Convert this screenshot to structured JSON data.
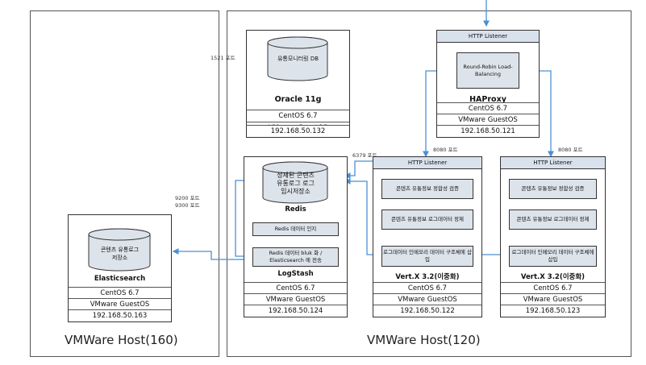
{
  "hosts": {
    "left_label": "VMWare Host(160)",
    "right_label": "VMWare Host(120)"
  },
  "oracle": {
    "db_label": "유통모니터링 DB",
    "title": "Oracle 11g",
    "os": "CentOS 6.7",
    "guest": "VMware GuestOS",
    "ip": "192.168.50.132",
    "port": "1521 포트"
  },
  "haproxy": {
    "header": "HTTP Listener",
    "balancer": "Round-Robin Load-Balancing",
    "title": "HAProxy",
    "os": "CentOS 6.7",
    "guest": "VMware GuestOS",
    "ip": "192.168.50.121"
  },
  "redis": {
    "db_line1": "정제된 콘텐츠",
    "db_line2": "유통로그 로그",
    "db_line3": "임시저장소",
    "title": "Redis",
    "port": "6379 포트",
    "step1": "Redis 데이터 인지",
    "step2": "Redis 데이터 bluk 화 / Elasticsearch 에 전송",
    "sub_title": "LogStash",
    "os": "CentOS 6.7",
    "guest": "VMware GuestOS",
    "ip": "192.168.50.124"
  },
  "vertx1": {
    "port": "8080 포트",
    "header": "HTTP Listener",
    "step1": "콘텐츠 유통정보 정합성 검증",
    "step2": "콘텐츠 유통정보 로그데이터 정제",
    "step3": "로그데이터 인메모리 데이터 구조체에 삽입",
    "title": "Vert.X 3.2(이중화)",
    "os": "CentOS 6.7",
    "guest": "VMware GuestOS",
    "ip": "192.168.50.122"
  },
  "vertx2": {
    "port": "8080 포트",
    "header": "HTTP Listener",
    "step1": "콘텐츠 유통정보 정합성 검증",
    "step2": "콘텐츠 유통정보 로그데이터 정제",
    "step3": "로그데이터 인메모리 데이터 구조체에 삽입",
    "title": "Vert.X 3.2(이중화)",
    "os": "CentOS 6.7",
    "guest": "VMware GuestOS",
    "ip": "192.168.50.123"
  },
  "elastic": {
    "port1": "9200 포트",
    "port2": "9300 포트",
    "db_line1": "콘텐츠 유통로그",
    "db_line2": "저장소",
    "title": "Elasticsearch",
    "os": "CentOS 6.7",
    "guest": "VMware GuestOS",
    "ip": "192.168.50.163"
  },
  "colors": {
    "arrow": "#4a8fd4",
    "header_fill": "#d9e1ec",
    "box_fill": "#dde3ea"
  }
}
